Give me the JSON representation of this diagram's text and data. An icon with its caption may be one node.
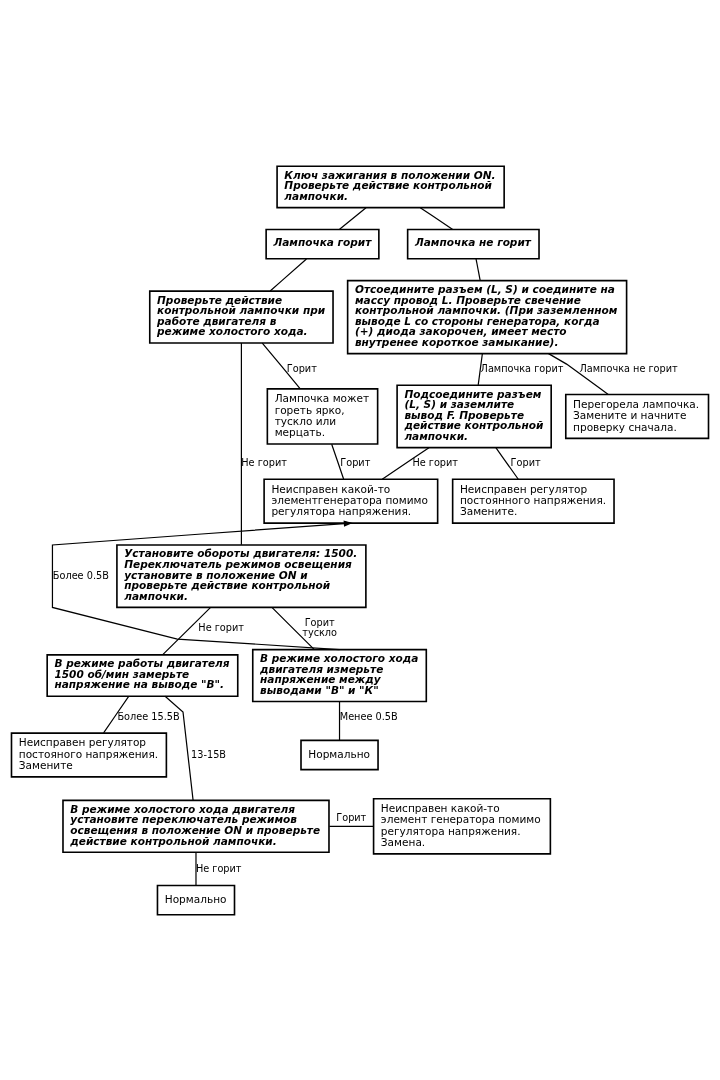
{
  "diagram": {
    "nodes": [
      {
        "text": [
          "Ключ зажигания в положении ON. Проверьте действие контрольной лампочки."
        ]
      },
      {
        "text": [
          "Лампочка горит"
        ]
      },
      {
        "text": [
          "Лампочка не горит"
        ]
      },
      {
        "text": [
          "Проверьте действие контрольной лампочки при работе двигателя в режиме холостого хода."
        ]
      },
      {
        "text": [
          "Отсоедините разъем (L, S) и соедините на массу провод L. Проверьте свечение контрольной лампочки. (При заземленном выводе L со стороны генератора, когда (+) диода закорочен, имеет место внутренее короткое замыкание)."
        ]
      },
      {
        "text": [
          "Лампочка может гореть ярко, тускло или мерцать."
        ]
      },
      {
        "text": [
          "Подсоедините разъем (L, S) и заземлите вывод F. Проверьте действие контрольной лампочки."
        ]
      },
      {
        "text": [
          "Перегорела лампочка. Замените и начните проверку сначала."
        ]
      },
      {
        "text": [
          "Неисправен какой-то элементгенератора помимо регулятора напряжения."
        ]
      },
      {
        "text": [
          "Неисправен регулятор постоянного напряжения. Замените."
        ]
      },
      {
        "text": [
          "Установите обороты двигателя: 1500. Переключатель режимов освещения установите в положение ON и проверьте действие контрольной лампочки."
        ]
      },
      {
        "text": [
          "В режиме работы двигателя 1500 об/мин замерьте напряжение на выводе \"В\"."
        ]
      },
      {
        "text": [
          "В режиме холостого хода двигателя измерьте напряжение между выводами \"В\" и \"К\""
        ]
      },
      {
        "text": [
          "Неисправен регулятор постояного напряжения. Замените"
        ]
      },
      {
        "text": [
          "Нормально"
        ]
      },
      {
        "text": [
          "В режиме холостого хода двигателя установите переключатель режимов освещения в положение ON и проверьте действие контрольной лампочки."
        ]
      },
      {
        "text": [
          "Неисправен какой-то элемент генератора помимо регулятора напряжения. Замена."
        ]
      },
      {
        "text": [
          "Нормально"
        ]
      }
    ],
    "edges": [
      {
        "from": 0,
        "to": 1,
        "arrow": "none"
      },
      {
        "from": 0,
        "to": 2,
        "arrow": "none"
      },
      {
        "from": 1,
        "to": 3,
        "arrow": "none"
      },
      {
        "from": 2,
        "to": 4,
        "arrow": "none"
      },
      {
        "from": 3,
        "to": 10,
        "arrow": "none",
        "label": "Не горит"
      },
      {
        "from": 3,
        "to": 5,
        "arrow": "none",
        "label": "Горит"
      },
      {
        "from": 4,
        "to": 6,
        "arrow": "none",
        "label": "Лампочка горит"
      },
      {
        "from": 4,
        "to": 7,
        "arrow": "none",
        "label": "Лампочка не горит"
      },
      {
        "from": 5,
        "to": 8,
        "arrow": "none",
        "label": "Горит"
      },
      {
        "from": 6,
        "to": 8,
        "arrow": "none",
        "label": "Не горит"
      },
      {
        "from": 6,
        "to": 9,
        "arrow": "none",
        "label": "Горит"
      },
      {
        "from": 10,
        "to": 11,
        "arrow": "none",
        "label": "Не горит"
      },
      {
        "from": 10,
        "to": 12,
        "arrow": "none",
        "label": "Горит тускло"
      },
      {
        "from": 12,
        "to": 8,
        "arrow": "to",
        "label": "Более 0.5В"
      },
      {
        "from": 11,
        "to": 15,
        "arrow": "none",
        "label": "13-15В"
      },
      {
        "from": 11,
        "to": 13,
        "arrow": "none",
        "label": "Более 15.5В"
      },
      {
        "from": 12,
        "to": 14,
        "arrow": "none",
        "label": "Менее 0.5В"
      },
      {
        "from": 15,
        "to": 16,
        "arrow": "none",
        "label": "Горит"
      },
      {
        "from": 15,
        "to": 17,
        "arrow": "none",
        "label": "Не горит"
      }
    ]
  }
}
